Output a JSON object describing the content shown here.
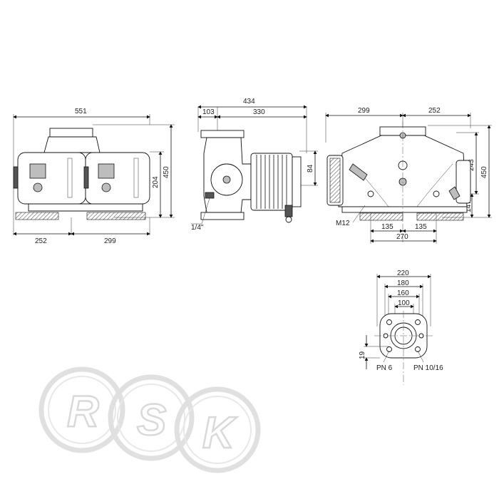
{
  "front_view": {
    "dim_width_total": "551",
    "dim_left": "252",
    "dim_right": "299",
    "dim_height_total": "450",
    "dim_height_body": "204"
  },
  "side_view": {
    "dim_width_total": "434",
    "dim_flange": "103",
    "dim_motor": "330",
    "dim_height": "84",
    "thread_label": "1/4\""
  },
  "rear_view": {
    "dim_left": "299",
    "dim_right": "252",
    "dim_height_243": "243",
    "dim_height_450": "450",
    "dim_height_147": "147",
    "bolt_label": "M12",
    "dim_foot_left": "135",
    "dim_foot_right": "135",
    "dim_foot_total": "270"
  },
  "flange_view": {
    "dim_220": "220",
    "dim_180": "180",
    "dim_160": "160",
    "dim_100": "100",
    "dim_19": "19",
    "label_pn6": "PN 6",
    "label_pn1016": "PN 10/16"
  },
  "watermark": {
    "letter_1": "R",
    "letter_2": "S",
    "letter_3": "K"
  }
}
